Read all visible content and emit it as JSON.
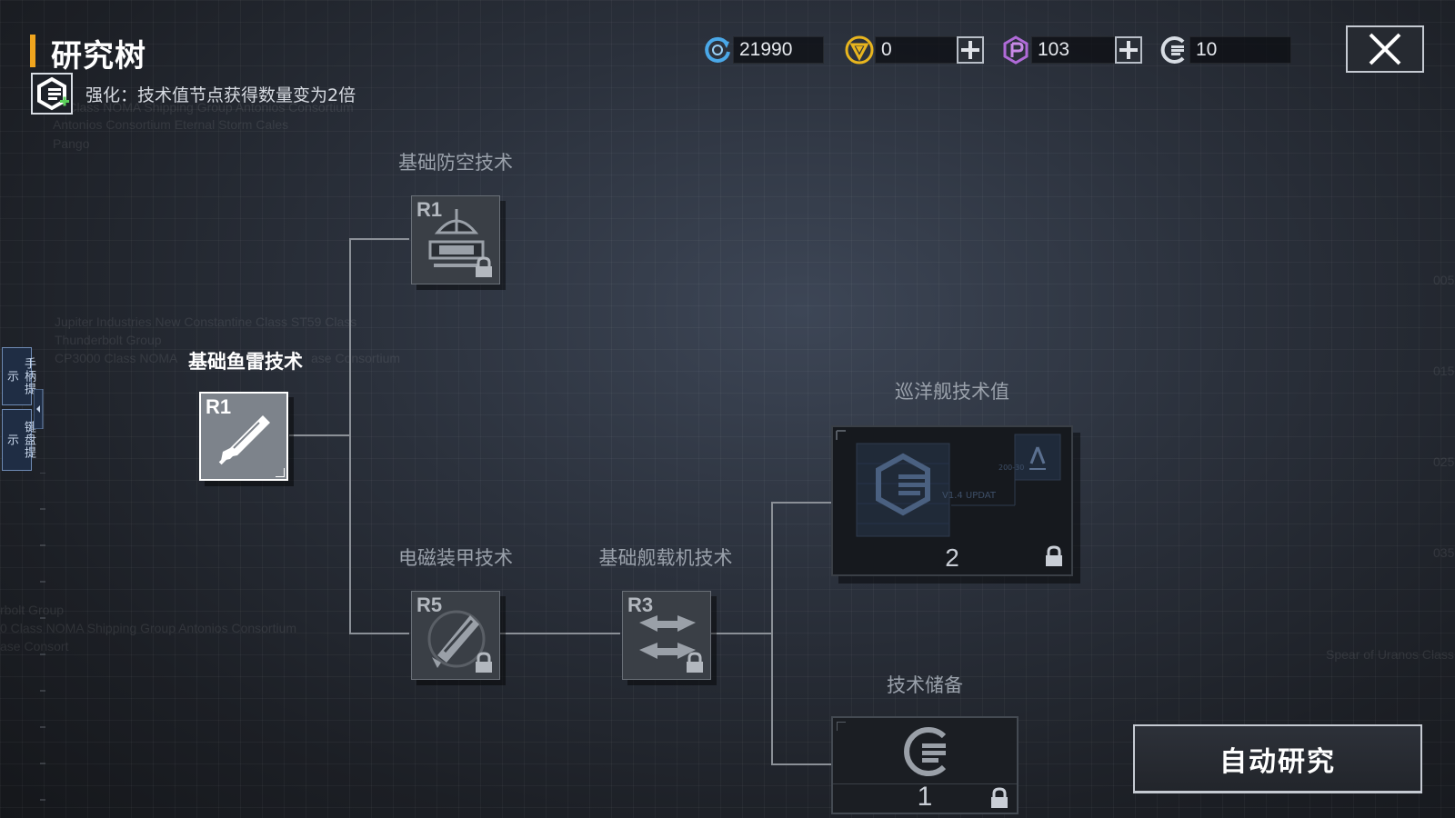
{
  "header": {
    "title": "研究树",
    "buff_text": "强化：技术值节点获得数量变为2倍",
    "close_label": "close"
  },
  "resources": [
    {
      "name": "refresh-currency",
      "value": "21990",
      "color": "#4aa8e8"
    },
    {
      "name": "gold-currency",
      "value": "0",
      "color": "#e8b51e"
    },
    {
      "name": "purple-currency",
      "value": "103",
      "color": "#b06ad8"
    },
    {
      "name": "tech-currency",
      "value": "10",
      "color": "#d8dde4"
    }
  ],
  "side_tabs": [
    "手柄提示",
    "键盘提示"
  ],
  "background_text": [
    "ar Class NOMA Shipping Group Antonios Consortium",
    "Antonios Consortium Eternal Storm Cales",
    "Pango",
    "Jupiter Industries  New Constantine Class  ST59 Class",
    "Thunderbolt Group",
    "CP3000 Class NOMA",
    "ase Consortium",
    "rbolt Group",
    "0 Class NOMA Shipping Group Antonios Consortium",
    "ase Consort",
    "Spear of Uranos Class",
    "005",
    "015",
    "025",
    "035"
  ],
  "nodes": [
    {
      "id": "torpedo",
      "label": "基础鱼雷技术",
      "rank": "R1",
      "active": true,
      "locked": false
    },
    {
      "id": "anti-air",
      "label": "基础防空技术",
      "rank": "R1",
      "active": false,
      "locked": true
    },
    {
      "id": "em-armor",
      "label": "电磁装甲技术",
      "rank": "R5",
      "active": false,
      "locked": true
    },
    {
      "id": "carrier",
      "label": "基础舰载机技术",
      "rank": "R3",
      "active": false,
      "locked": true
    }
  ],
  "cruiser_card": {
    "label": "巡洋舰技术值",
    "count": "2",
    "decor_text": "V1.4 UPDAT",
    "decor_small": "200-30"
  },
  "reserve_card": {
    "label": "技术储备",
    "count": "1"
  },
  "auto_button": {
    "label": "自动研究"
  },
  "colors": {
    "accent": "#f0a51e",
    "line": "#8b9097",
    "active_node_border": "#ffffff"
  }
}
